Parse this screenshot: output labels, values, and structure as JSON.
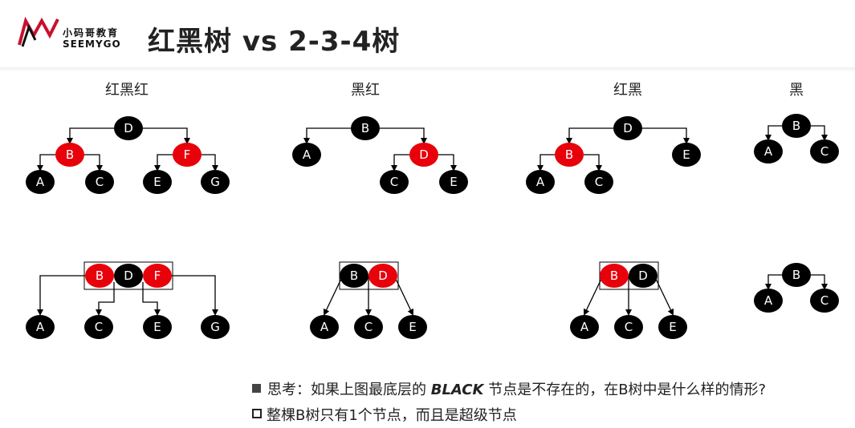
{
  "header": {
    "title": "红黑树 vs 2-3-4树",
    "logo": {
      "cn": "小码哥教育",
      "en": "SEEMYGO"
    }
  },
  "columns": [
    "红黑红",
    "黑红",
    "红黑",
    "黑"
  ],
  "trees": {
    "t1": {
      "root": "D",
      "l": "B",
      "r": "F",
      "ll": "A",
      "lr": "C",
      "rl": "E",
      "rr": "G"
    },
    "t2": {
      "root": "B",
      "l": "A",
      "r": "D",
      "rl": "C",
      "rr": "E"
    },
    "t3": {
      "root": "D",
      "l": "B",
      "r": "E",
      "ll": "A",
      "lr": "C"
    },
    "t4": {
      "root": "B",
      "l": "A",
      "r": "C"
    }
  },
  "btrees": {
    "b1": {
      "keys": [
        "B",
        "D",
        "F"
      ],
      "children": [
        "A",
        "C",
        "E",
        "G"
      ]
    },
    "b2": {
      "keys": [
        "B",
        "D"
      ],
      "children": [
        "A",
        "C",
        "E"
      ]
    },
    "b3": {
      "keys": [
        "B",
        "D"
      ],
      "children": [
        "A",
        "C",
        "E"
      ]
    },
    "b4": {
      "root": "B",
      "l": "A",
      "r": "C"
    }
  },
  "colors": {
    "red": "#e8000a",
    "black": "#000000"
  },
  "notes": {
    "q_prefix": "思考：如果上图最底层的 ",
    "q_keyword": "BLACK",
    "q_suffix": "  节点是不存在的，在B树中是什么样的情形?",
    "a": "整棵B树只有1个节点，而且是超级节点"
  }
}
